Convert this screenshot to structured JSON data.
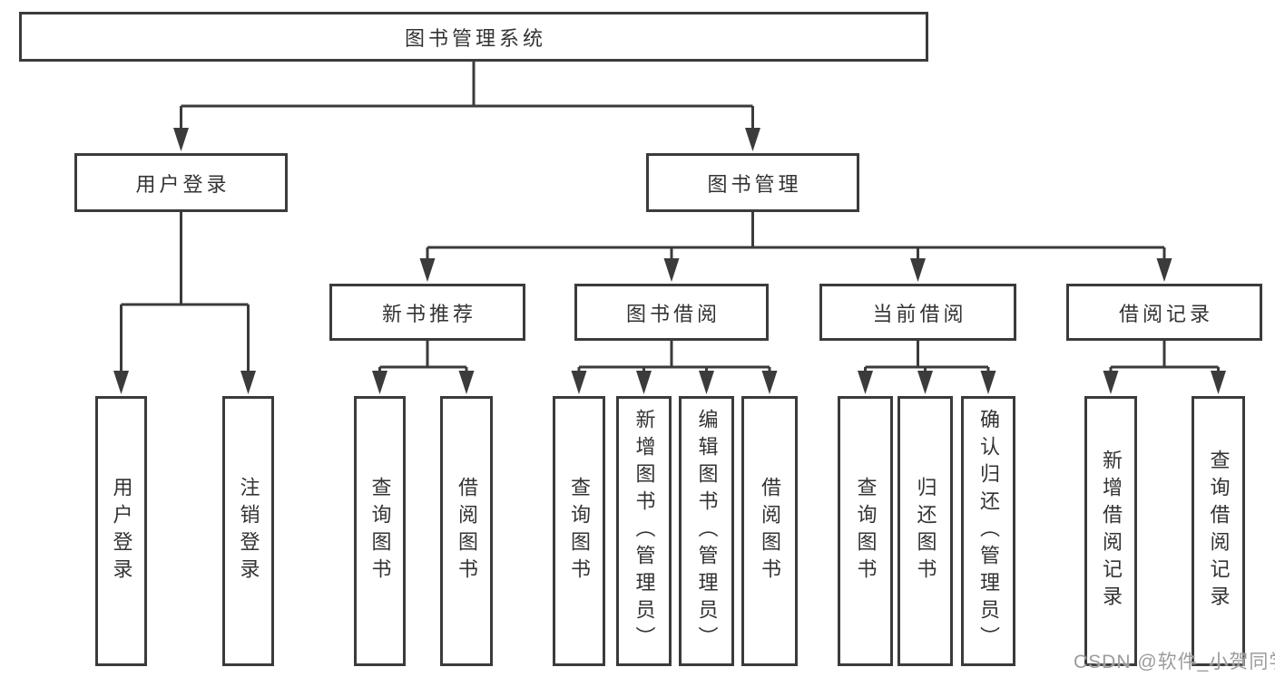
{
  "diagram": {
    "root": {
      "label": "图书管理系统"
    },
    "branches": [
      {
        "label": "用户登录",
        "children": [
          {
            "label": "用户登录"
          },
          {
            "label": "注销登录"
          }
        ]
      },
      {
        "label": "图书管理",
        "children": [
          {
            "label": "新书推荐",
            "children": [
              {
                "label": "查询图书"
              },
              {
                "label": "借阅图书"
              }
            ]
          },
          {
            "label": "图书借阅",
            "children": [
              {
                "label": "查询图书"
              },
              {
                "label": "新增图书（管理员）"
              },
              {
                "label": "编辑图书（管理员）"
              },
              {
                "label": "借阅图书"
              }
            ]
          },
          {
            "label": "当前借阅",
            "children": [
              {
                "label": "查询图书"
              },
              {
                "label": "归还图书"
              },
              {
                "label": "确认归还（管理员）"
              }
            ]
          },
          {
            "label": "借阅记录",
            "children": [
              {
                "label": "新增借阅记录"
              },
              {
                "label": "查询借阅记录"
              }
            ]
          }
        ]
      }
    ]
  },
  "watermark": {
    "text": "CSDN @软件_小贺同学"
  },
  "colors": {
    "line": "#3b3b3b",
    "text": "#333333",
    "box_background": "#ffffff",
    "watermark": "#9c9c9c"
  }
}
